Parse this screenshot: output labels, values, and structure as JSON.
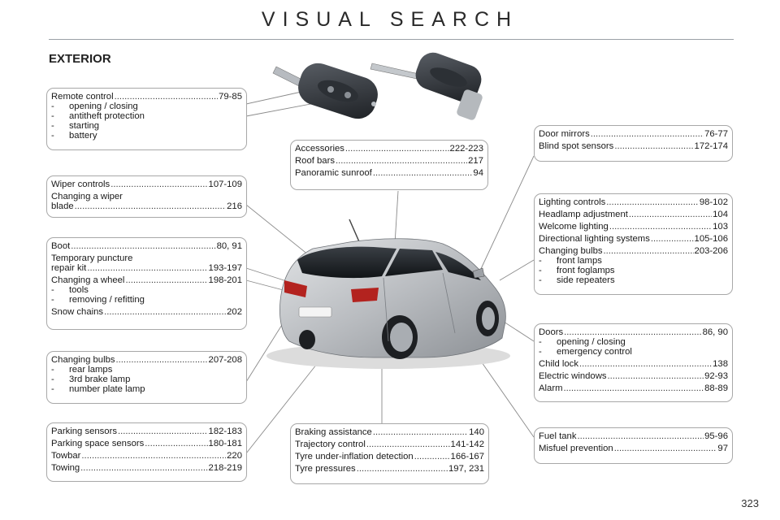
{
  "page": {
    "title": "VISUAL SEARCH",
    "section": "EXTERIOR",
    "page_number": "323"
  },
  "boxes": {
    "remote": {
      "rows": [
        {
          "label": "Remote control",
          "page": "79-85"
        }
      ],
      "subs": [
        "opening / closing",
        "antitheft protection",
        "starting",
        "battery"
      ]
    },
    "wiper": {
      "row1": {
        "label": "Wiper controls",
        "page": "107-109"
      },
      "line2": "Changing a wiper",
      "row3": {
        "label": "blade",
        "page": "216"
      }
    },
    "boot": {
      "row1": {
        "label": "Boot",
        "page": "80, 91"
      },
      "line2": "Temporary puncture",
      "row3": {
        "label": "repair kit",
        "page": "193-197"
      },
      "row4": {
        "label": "Changing a wheel",
        "page": "198-201"
      },
      "subs": [
        "tools",
        "removing / refitting"
      ],
      "row5": {
        "label": "Snow chains",
        "page": "202"
      }
    },
    "bulbs_rear": {
      "row1": {
        "label": "Changing bulbs",
        "page": "207-208"
      },
      "subs": [
        "rear lamps",
        "3rd brake lamp",
        "number plate lamp"
      ]
    },
    "parking": {
      "rows": [
        {
          "label": "Parking sensors",
          "page": "182-183"
        },
        {
          "label": "Parking space sensors",
          "page": "180-181"
        },
        {
          "label": "Towbar",
          "page": "220"
        },
        {
          "label": "Towing",
          "page": "218-219"
        }
      ]
    },
    "accessories": {
      "rows": [
        {
          "label": "Accessories",
          "page": "222-223"
        },
        {
          "label": "Roof bars",
          "page": "217"
        },
        {
          "label": "Panoramic sunroof",
          "page": "94"
        }
      ]
    },
    "braking": {
      "rows": [
        {
          "label": "Braking assistance",
          "page": "140"
        },
        {
          "label": "Trajectory control",
          "page": "141-142"
        },
        {
          "label": "Tyre under-inflation detection",
          "page": "166-167"
        },
        {
          "label": "Tyre pressures",
          "page": "197, 231"
        }
      ]
    },
    "mirrors": {
      "rows": [
        {
          "label": "Door mirrors",
          "page": "76-77"
        },
        {
          "label": "Blind spot sensors",
          "page": "172-174"
        }
      ]
    },
    "lighting": {
      "rows": [
        {
          "label": "Lighting controls",
          "page": "98-102"
        },
        {
          "label": "Headlamp adjustment",
          "page": "104"
        },
        {
          "label": "Welcome lighting",
          "page": "103"
        },
        {
          "label": "Directional lighting systems",
          "page": "105-106"
        },
        {
          "label": "Changing bulbs",
          "page": "203-206"
        }
      ],
      "subs": [
        "front lamps",
        "front foglamps",
        "side repeaters"
      ]
    },
    "doors": {
      "row1": {
        "label": "Doors",
        "page": "86, 90"
      },
      "subs": [
        "opening / closing",
        "emergency control"
      ],
      "rows": [
        {
          "label": "Child lock",
          "page": "138"
        },
        {
          "label": "Electric windows",
          "page": "92-93"
        },
        {
          "label": "Alarm",
          "page": "88-89"
        }
      ]
    },
    "fuel": {
      "rows": [
        {
          "label": "Fuel tank",
          "page": "95-96"
        },
        {
          "label": "Misfuel prevention",
          "page": "97"
        }
      ]
    }
  },
  "dash": "-",
  "colors": {
    "car_body": "#c4c7ca",
    "box_border": "#a8a8a8",
    "rule": "#9aa0a6"
  }
}
